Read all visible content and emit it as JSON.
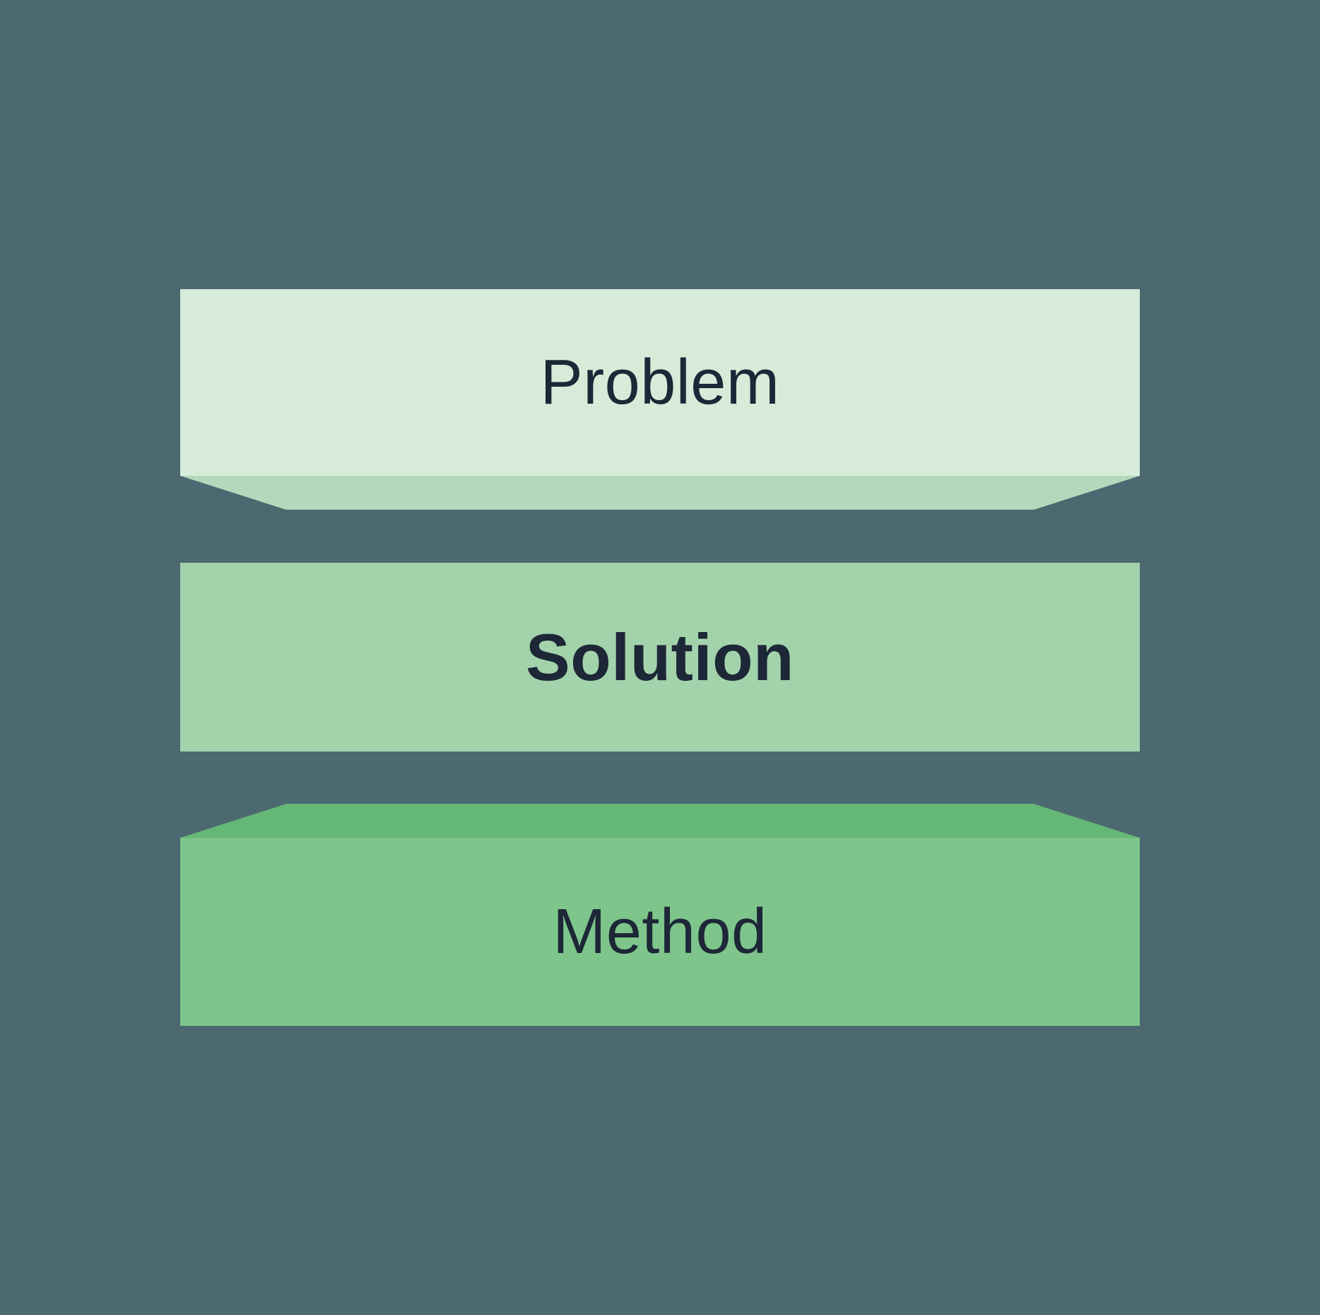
{
  "diagram": {
    "title": "Problem Solution Method stacked blocks",
    "blocks": [
      {
        "label": "Problem",
        "position": "top",
        "emphasis": "regular",
        "bevel": "bottom"
      },
      {
        "label": "Solution",
        "position": "middle",
        "emphasis": "bold",
        "bevel": "none"
      },
      {
        "label": "Method",
        "position": "bottom",
        "emphasis": "regular",
        "bevel": "top"
      }
    ]
  },
  "colors": {
    "background": "#4c6870",
    "problem-face": "#d6ecd9",
    "problem-bevel": "#b3d9bc",
    "solution-face": "#a3d3ab",
    "method-bevel": "#65b775",
    "method-face": "#7ec58b",
    "text": "#1d2737"
  }
}
